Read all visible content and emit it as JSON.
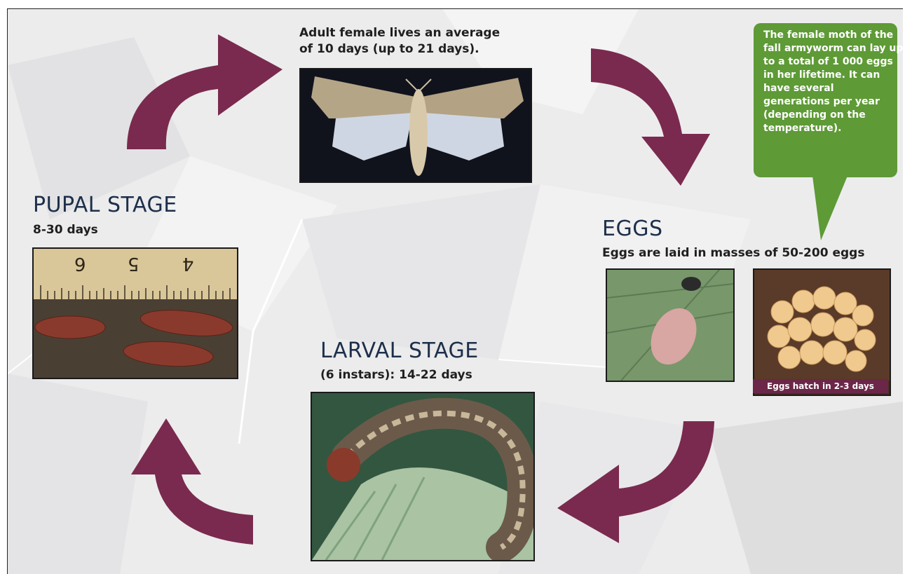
{
  "adult": {
    "line1": "Adult female lives an average",
    "line2": "of 10 days (up to 21 days)."
  },
  "callout": {
    "text": "The female moth of the fall armyworm can lay up to a total of 1 000 eggs in her lifetime. It can have several generations per year (depending on the temperature)."
  },
  "eggs": {
    "title": "EGGS",
    "subtitle": "Eggs are laid in masses of 50-200 eggs",
    "hatch": "Eggs hatch in 2-3 days"
  },
  "larval": {
    "title": "LARVAL STAGE",
    "subtitle": "(6 instars): 14-22 days"
  },
  "pupal": {
    "title": "PUPAL STAGE",
    "subtitle": "8-30 days",
    "ruler_numbers": [
      "6",
      "5",
      "4"
    ]
  },
  "colors": {
    "arrow": "#7a2a4e",
    "callout": "#5e9a36",
    "heading": "#1d2f4a"
  }
}
